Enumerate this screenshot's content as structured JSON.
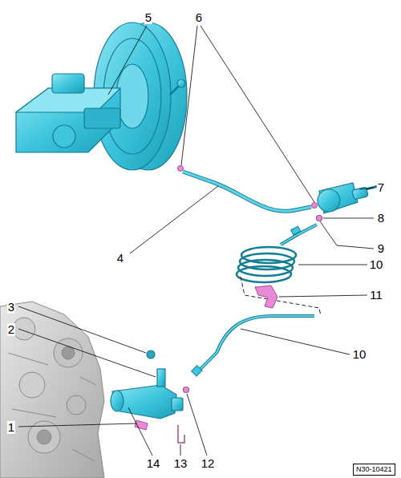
{
  "diagram": {
    "nodes": [
      {
        "text": [
          "N30-10421"
        ]
      }
    ],
    "labels": [
      "5",
      "6",
      "7",
      "8",
      "4",
      "9",
      "10",
      "11",
      "3",
      "2",
      "10",
      "1",
      "14",
      "13",
      "12"
    ]
  }
}
